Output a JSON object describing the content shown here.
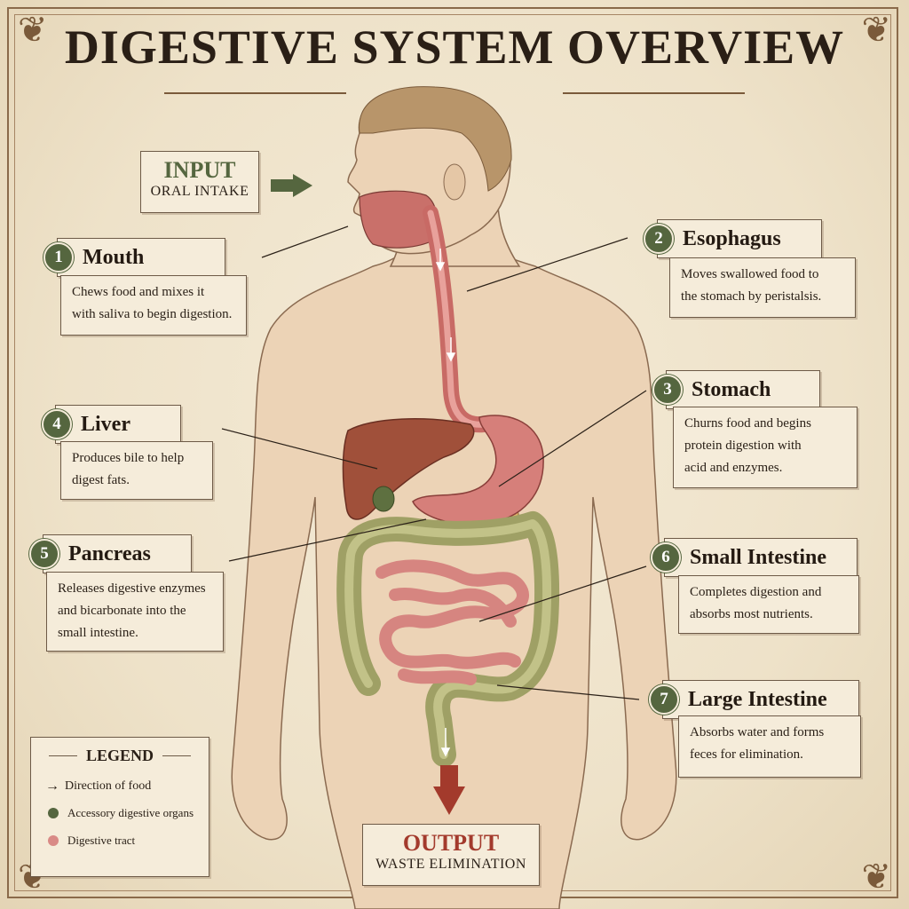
{
  "title": "DIGESTIVE SYSTEM OVERVIEW",
  "input": {
    "title": "INPUT",
    "subtitle": "ORAL INTAKE"
  },
  "output": {
    "title": "OUTPUT",
    "subtitle": "WASTE ELIMINATION"
  },
  "organs": [
    {
      "num": "1",
      "name": "Mouth",
      "desc": "Chews food and mixes it\nwith saliva to begin digestion."
    },
    {
      "num": "2",
      "name": "Esophagus",
      "desc": "Moves swallowed food to\nthe stomach by peristalsis."
    },
    {
      "num": "3",
      "name": "Stomach",
      "desc": "Churns food and begins\nprotein digestion with\nacid and enzymes."
    },
    {
      "num": "4",
      "name": "Liver",
      "desc": "Produces bile to help\ndigest fats."
    },
    {
      "num": "5",
      "name": "Pancreas",
      "desc": "Releases digestive enzymes\nand bicarbonate into the\nsmall intestine."
    },
    {
      "num": "6",
      "name": "Small Intestine",
      "desc": "Completes digestion and\nabsorbs most nutrients."
    },
    {
      "num": "7",
      "name": "Large Intestine",
      "desc": "Absorbs water and forms\nfeces for elimination."
    }
  ],
  "legend": {
    "title": "LEGEND",
    "items": [
      {
        "label": "Direction of food",
        "symbol": "arrow"
      },
      {
        "label": "Accessory digestive organs",
        "color": "#55663f"
      },
      {
        "label": "Digestive tract",
        "color": "#d98a86"
      }
    ]
  },
  "colors": {
    "accent_green": "#55663f",
    "tract_pink": "#d98a86",
    "output_red": "#a33a2c",
    "parchment": "#efe4cf"
  }
}
